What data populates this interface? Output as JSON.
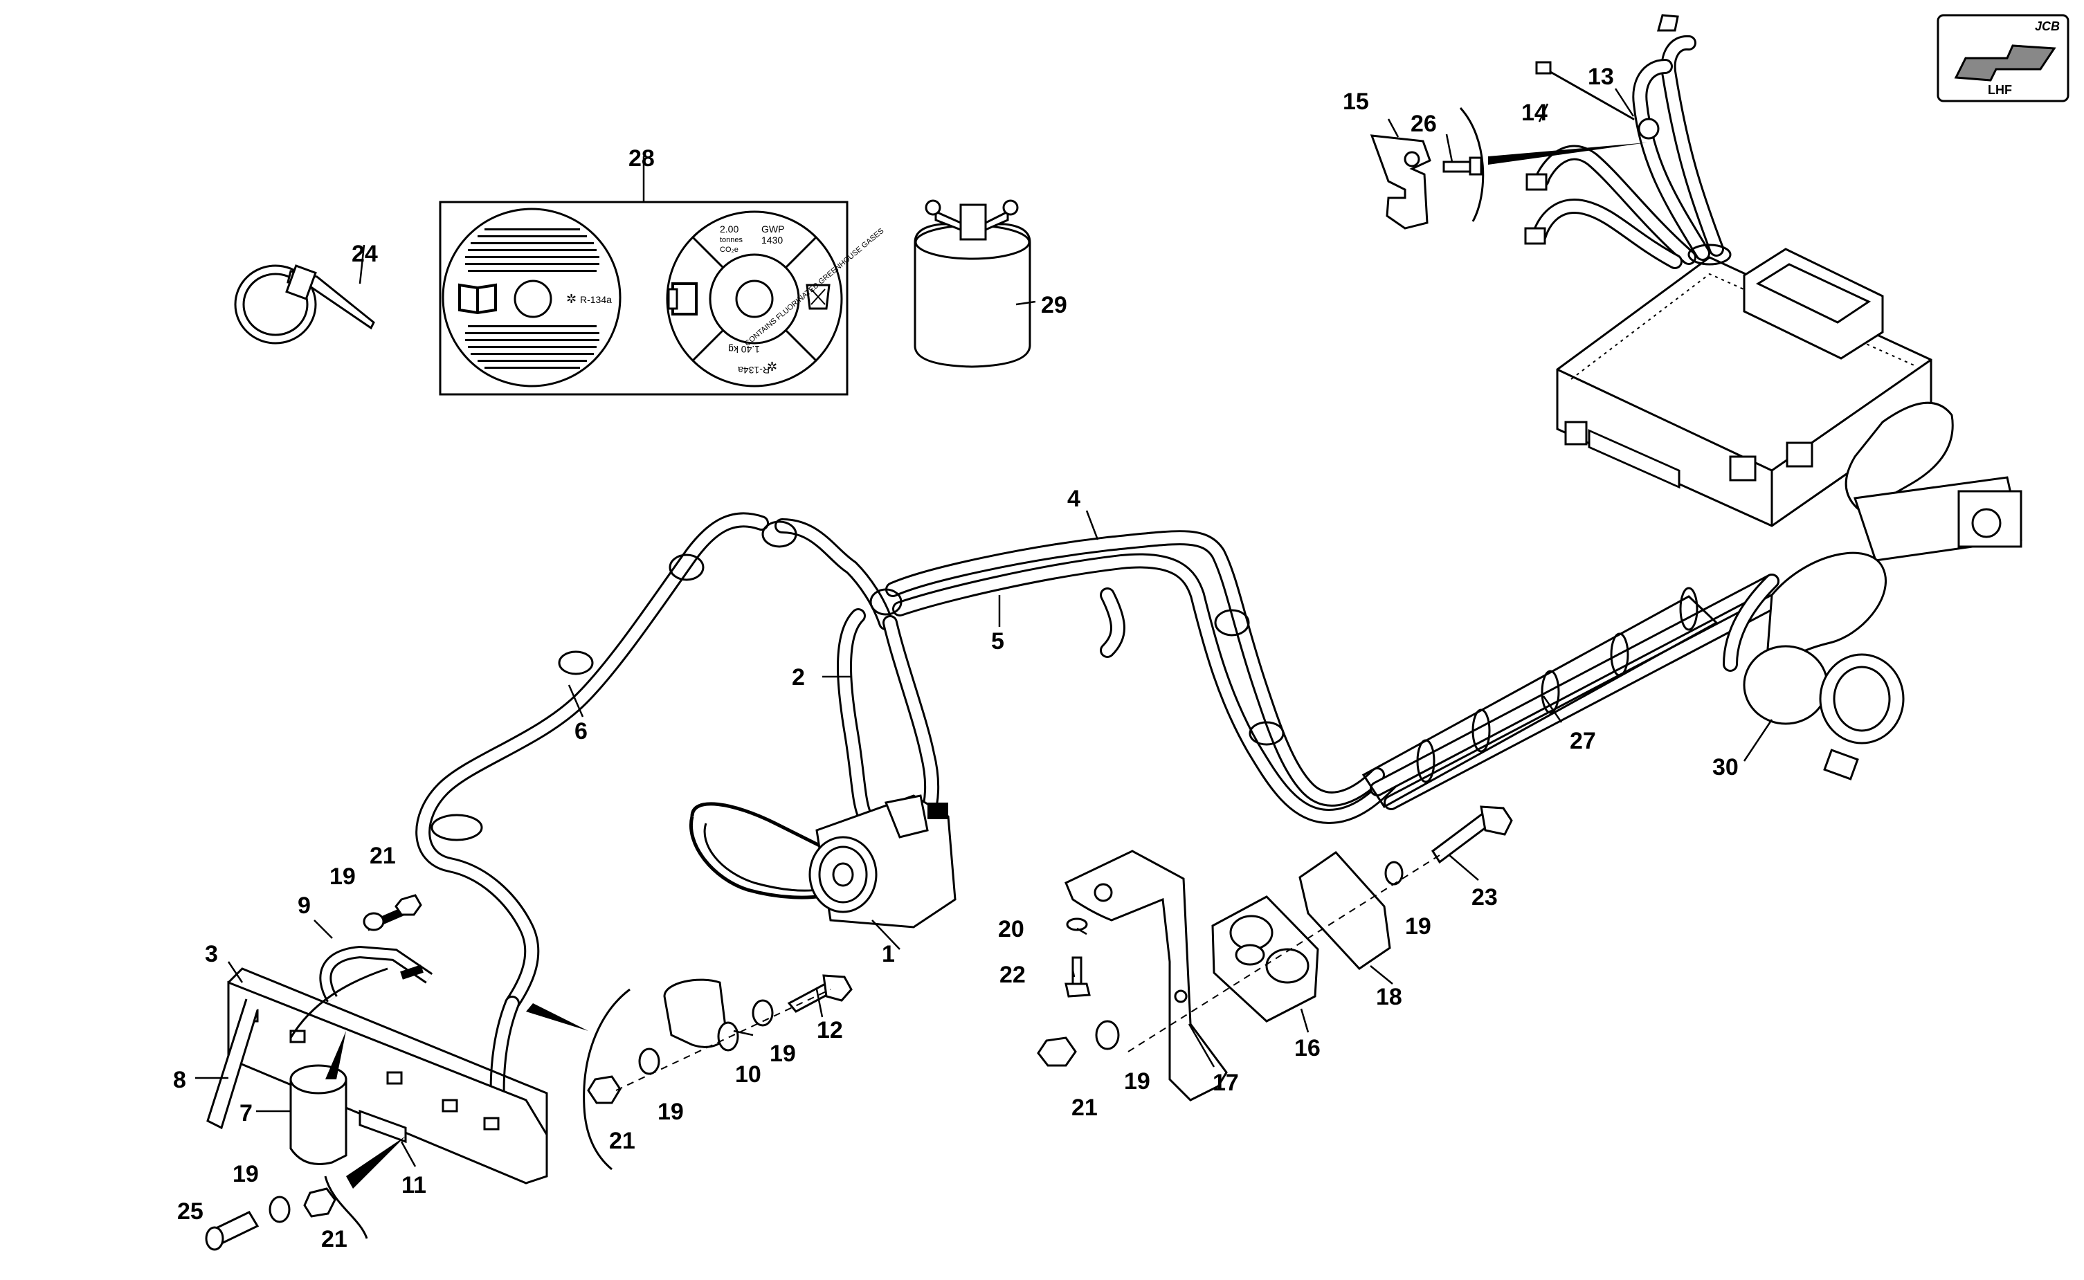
{
  "callouts": [
    {
      "id": "1",
      "text": "1"
    },
    {
      "id": "2",
      "text": "2"
    },
    {
      "id": "3",
      "text": "3"
    },
    {
      "id": "4",
      "text": "4"
    },
    {
      "id": "5",
      "text": "5"
    },
    {
      "id": "6",
      "text": "6"
    },
    {
      "id": "7",
      "text": "7"
    },
    {
      "id": "8",
      "text": "8"
    },
    {
      "id": "9",
      "text": "9"
    },
    {
      "id": "10",
      "text": "10"
    },
    {
      "id": "11",
      "text": "11"
    },
    {
      "id": "12",
      "text": "12"
    },
    {
      "id": "13",
      "text": "13"
    },
    {
      "id": "14",
      "text": "14"
    },
    {
      "id": "15",
      "text": "15"
    },
    {
      "id": "16",
      "text": "16"
    },
    {
      "id": "17",
      "text": "17"
    },
    {
      "id": "18",
      "text": "18"
    },
    {
      "id": "19a",
      "text": "19"
    },
    {
      "id": "19b",
      "text": "19"
    },
    {
      "id": "19c",
      "text": "19"
    },
    {
      "id": "19d",
      "text": "19"
    },
    {
      "id": "19e",
      "text": "19"
    },
    {
      "id": "19f",
      "text": "19"
    },
    {
      "id": "20",
      "text": "20"
    },
    {
      "id": "21a",
      "text": "21"
    },
    {
      "id": "21b",
      "text": "21"
    },
    {
      "id": "21c",
      "text": "21"
    },
    {
      "id": "21d",
      "text": "21"
    },
    {
      "id": "22",
      "text": "22"
    },
    {
      "id": "23",
      "text": "23"
    },
    {
      "id": "24",
      "text": "24"
    },
    {
      "id": "25",
      "text": "25"
    },
    {
      "id": "26",
      "text": "26"
    },
    {
      "id": "27",
      "text": "27"
    },
    {
      "id": "28",
      "text": "28"
    },
    {
      "id": "29",
      "text": "29"
    },
    {
      "id": "30",
      "text": "30"
    }
  ],
  "labels": {
    "refrigerant_left": "R-134a",
    "refrigerant_right": "R-134a",
    "charge_mass": "2.00",
    "charge_unit": "tonnes",
    "co2e": "CO₂e",
    "gwp_label": "GWP",
    "gwp_value": "1430",
    "weight": "1.40 kg",
    "ring_text": "CONTAINS FLUORINATED GREENHOUSE GASES"
  },
  "badge": {
    "brand": "JCB",
    "orientation": "LHF"
  }
}
